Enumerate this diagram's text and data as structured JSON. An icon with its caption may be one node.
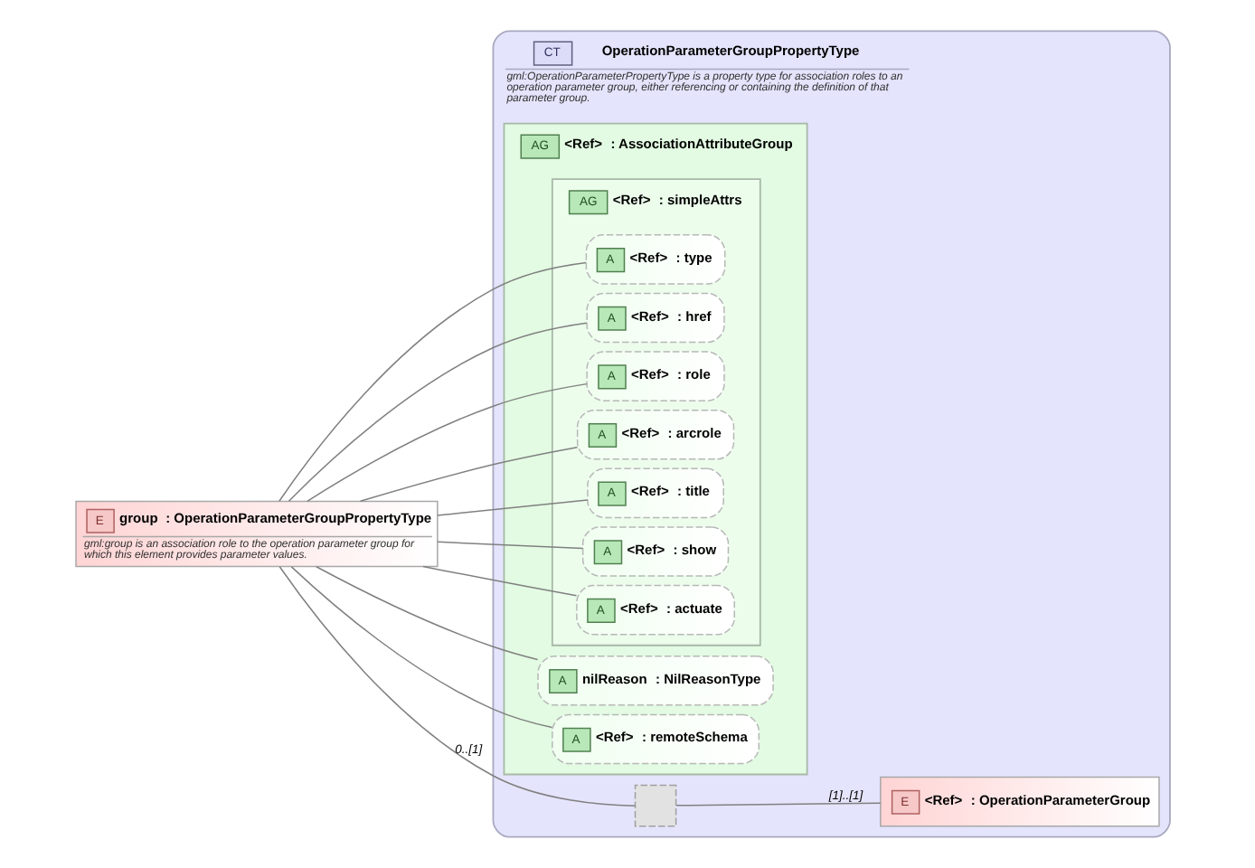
{
  "diagram": {
    "nodes": [
      {
        "text": [
          "E",
          "group",
          ": OperationParameterGroupPropertyType",
          "gml:group is an association role to the operation parameter group for which this element provides parameter values."
        ]
      },
      {
        "text": [
          "CT",
          "OperationParameterGroupPropertyType",
          "gml:OperationParameterPropertyType is a property type for association roles to an operation parameter group, either referencing or containing the definition of that parameter group."
        ]
      },
      {
        "text": [
          "AG",
          "<Ref>",
          ": AssociationAttributeGroup"
        ],
        "in": 1
      },
      {
        "text": [
          "AG",
          "<Ref>",
          ": simpleAttrs"
        ],
        "in": 2
      },
      {
        "text": [
          "A",
          "<Ref>",
          ": type"
        ],
        "in": 3
      },
      {
        "text": [
          "A",
          "<Ref>",
          ": href"
        ],
        "in": 3
      },
      {
        "text": [
          "A",
          "<Ref>",
          ": role"
        ],
        "in": 3
      },
      {
        "text": [
          "A",
          "<Ref>",
          ": arcrole"
        ],
        "in": 3
      },
      {
        "text": [
          "A",
          "<Ref>",
          ": title"
        ],
        "in": 3
      },
      {
        "text": [
          "A",
          "<Ref>",
          ": show"
        ],
        "in": 3
      },
      {
        "text": [
          "A",
          "<Ref>",
          ": actuate"
        ],
        "in": 3
      },
      {
        "text": [
          "A",
          "nilReason",
          ": NilReasonType"
        ],
        "in": 2
      },
      {
        "text": [
          "A",
          "<Ref>",
          ": remoteSchema"
        ],
        "in": 2
      },
      {
        "text": [],
        "shape": "box",
        "in": 1
      },
      {
        "text": [
          "E",
          "<Ref>",
          ": OperationParameterGroup"
        ],
        "in": 1
      }
    ],
    "edges": [
      {
        "from": 0,
        "to": 4,
        "arrow": "none"
      },
      {
        "from": 0,
        "to": 5,
        "arrow": "none"
      },
      {
        "from": 0,
        "to": 6,
        "arrow": "none"
      },
      {
        "from": 0,
        "to": 7,
        "arrow": "none"
      },
      {
        "from": 0,
        "to": 8,
        "arrow": "none"
      },
      {
        "from": 0,
        "to": 9,
        "arrow": "none"
      },
      {
        "from": 0,
        "to": 10,
        "arrow": "none"
      },
      {
        "from": 0,
        "to": 11,
        "arrow": "none"
      },
      {
        "from": 0,
        "to": 12,
        "arrow": "none"
      },
      {
        "from": 0,
        "to": 13,
        "arrow": "none",
        "label": "0..[1]"
      },
      {
        "from": 13,
        "to": 14,
        "arrow": "none",
        "label": "[1]..[1]"
      }
    ]
  }
}
